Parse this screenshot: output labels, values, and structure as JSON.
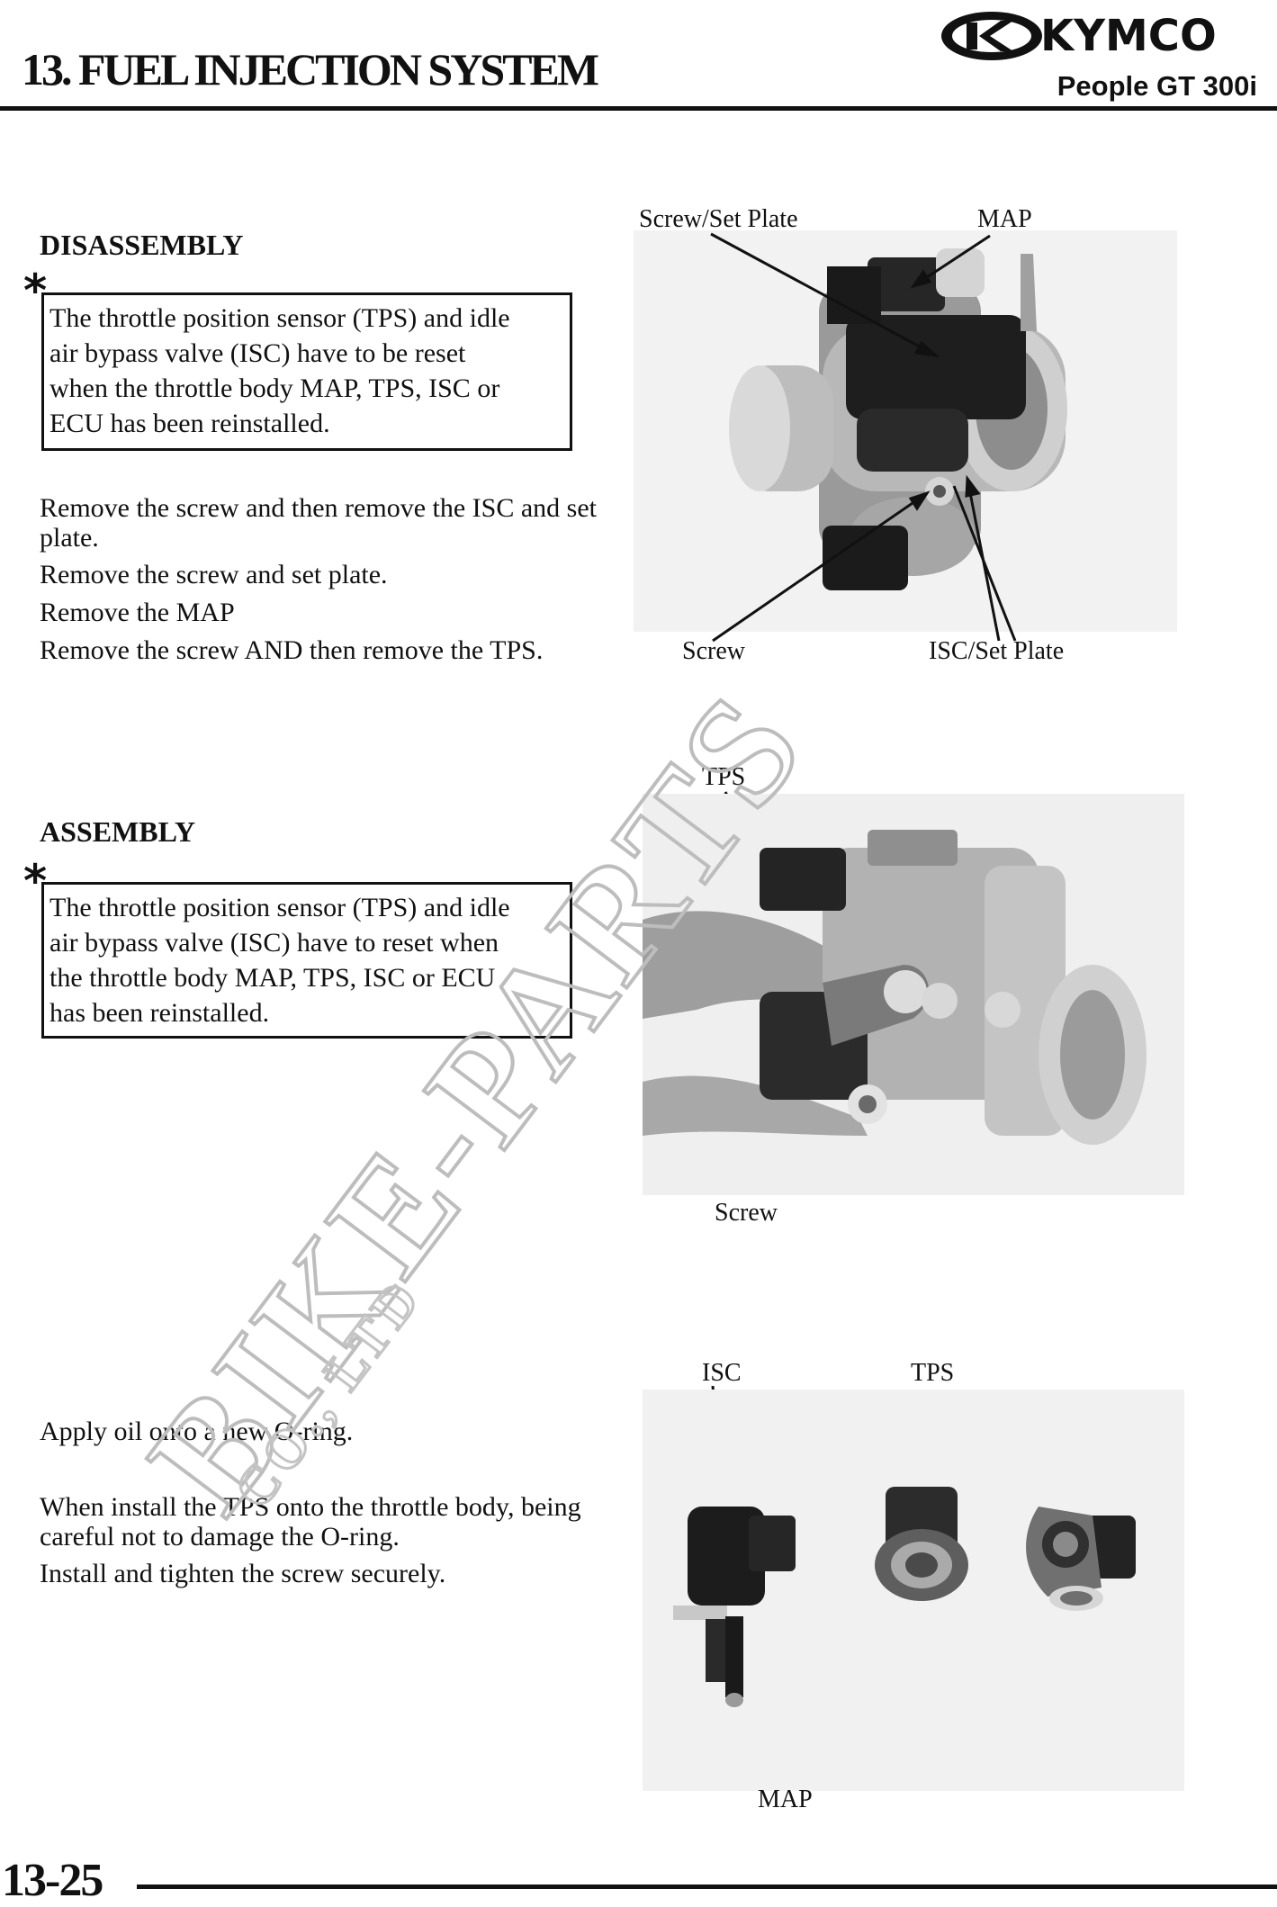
{
  "header": {
    "chapter_title": "13. FUEL INJECTION SYSTEM",
    "model": "People GT 300i",
    "brand": "KYMCO"
  },
  "disassembly": {
    "heading": "DISASSEMBLY",
    "note_symbol": "*",
    "note_lines": [
      "The throttle position sensor (TPS) and idle",
      "air bypass valve (ISC) have to be reset",
      "when the throttle body MAP, TPS, ISC or",
      "ECU has been reinstalled."
    ],
    "steps": [
      "Remove the screw and then remove the ISC and set plate.",
      "Remove the screw and set plate.",
      "Remove the MAP",
      "Remove the screw AND then remove the TPS."
    ],
    "labels": {
      "screw_set_plate": "Screw/Set Plate",
      "map": "MAP",
      "screw": "Screw",
      "isc_set_plate": "ISC/Set Plate"
    }
  },
  "assembly": {
    "heading": "ASSEMBLY",
    "note_symbol": "*",
    "note_lines": [
      "The throttle position sensor (TPS) and idle",
      "air bypass valve (ISC) have to reset when",
      "the throttle body MAP, TPS, ISC or ECU",
      "has been reinstalled."
    ],
    "labels": {
      "tps": "TPS",
      "screw": "Screw"
    }
  },
  "install": {
    "steps": [
      "Apply oil onto a new O-ring.",
      "When install the TPS onto the throttle body, being careful not to damage the O-ring.",
      "Install and tighten the screw securely."
    ],
    "labels": {
      "isc": "ISC",
      "tps": "TPS",
      "map": "MAP"
    }
  },
  "watermark": {
    "main": "BIKE-PARTS",
    "sub": "CO., LTD"
  },
  "footer": {
    "page_number": "13-25"
  }
}
